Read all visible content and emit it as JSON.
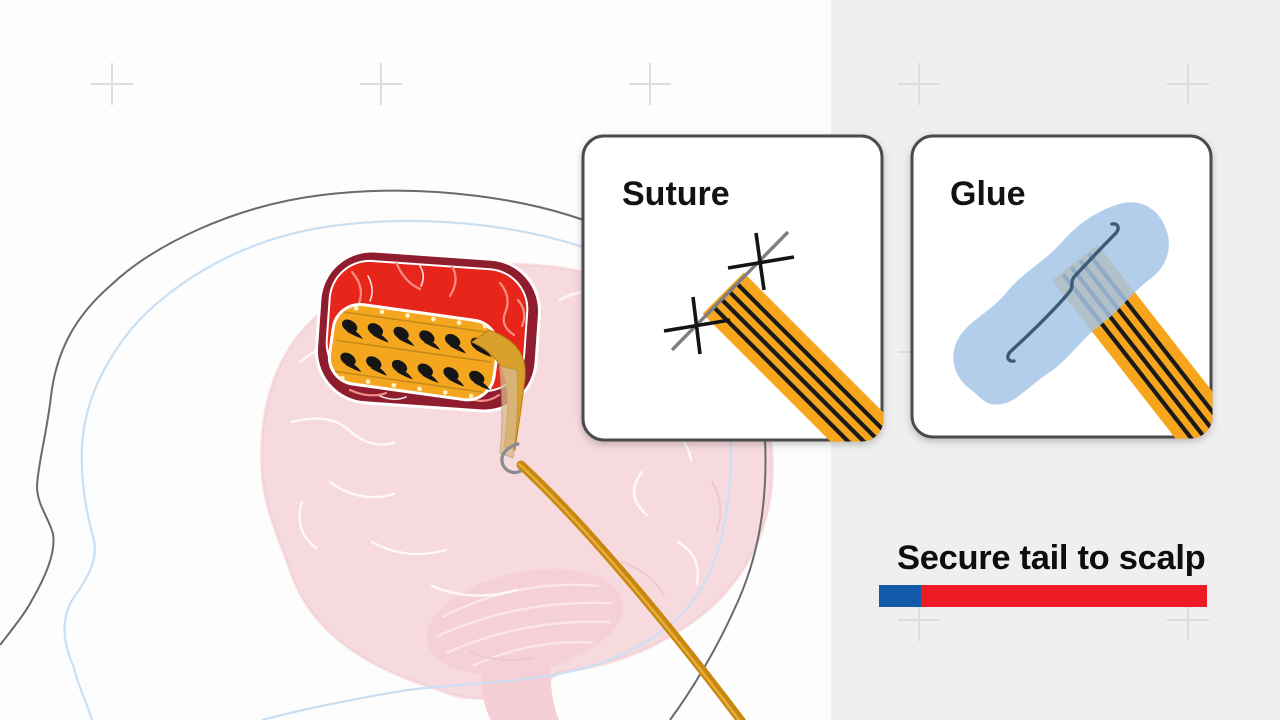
{
  "frame": {
    "background_left_color": "#FDFDFD",
    "background_right_color": "#EFEFF0"
  },
  "panels": {
    "suture": {
      "label": "Suture"
    },
    "glue": {
      "label": "Glue"
    }
  },
  "caption": {
    "text": "Secure tail to scalp"
  },
  "progress_bar": {
    "percent_complete": 13,
    "completed_color": "#1359A9",
    "remaining_color": "#EC1B24"
  },
  "illustration": {
    "brain_color": "#F7DADE",
    "implant_window_color": "#E8251B",
    "implant_rim_color": "#8F1D2E",
    "electrode_array_color": "#F4A71E",
    "ribbon_color": "#F7A51D",
    "glue_color": "#A6C6E8",
    "thread_color": "#C9870D",
    "needle_color": "#8A8A90",
    "head_outline_color": "#6A6A6E",
    "skull_line_color": "#CBDFF2"
  }
}
